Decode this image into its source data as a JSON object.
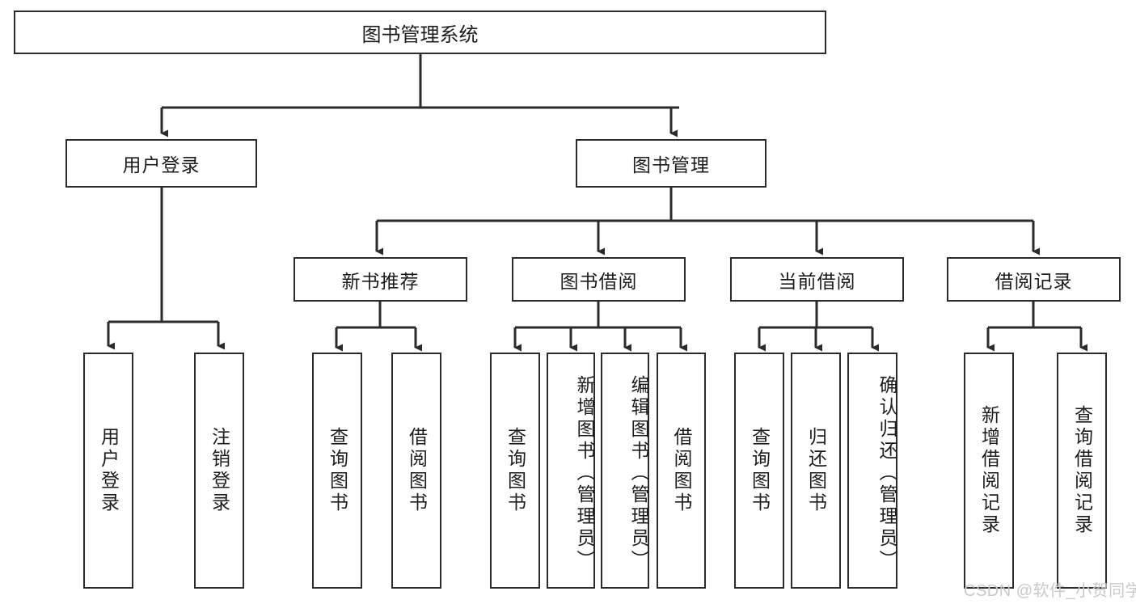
{
  "diagram": {
    "title": "图书管理系统",
    "type": "tree-hierarchy",
    "root": {
      "label": "图书管理系统"
    },
    "level2": [
      {
        "label": "用户登录"
      },
      {
        "label": "图书管理"
      }
    ],
    "level3": [
      {
        "label": "新书推荐"
      },
      {
        "label": "图书借阅"
      },
      {
        "label": "当前借阅"
      },
      {
        "label": "借阅记录"
      }
    ],
    "leaves": {
      "user_login": [
        {
          "label": "用户登录"
        },
        {
          "label": "注销登录"
        }
      ],
      "new_book_recommend": [
        {
          "label": "查询图书"
        },
        {
          "label": "借阅图书"
        }
      ],
      "book_borrow": [
        {
          "label": "查询图书"
        },
        {
          "label": "新增图书（管理员）"
        },
        {
          "label": "编辑图书（管理员）"
        },
        {
          "label": "借阅图书"
        }
      ],
      "current_borrow": [
        {
          "label": "查询图书"
        },
        {
          "label": "归还图书"
        },
        {
          "label": "确认归还（管理员）"
        }
      ],
      "borrow_record": [
        {
          "label": "新增借阅记录"
        },
        {
          "label": "查询借阅记录"
        }
      ]
    }
  },
  "watermark": {
    "text": "CSDN @软件_小贺同学"
  },
  "colors": {
    "stroke": "#2b2b2b",
    "background": "#ffffff",
    "text": "#1c1c1c",
    "watermark": "#c9c9c9"
  }
}
